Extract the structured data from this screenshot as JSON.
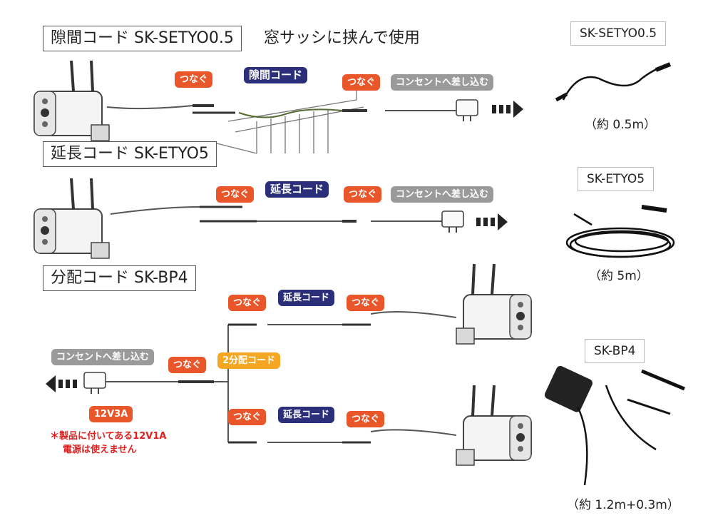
{
  "sections": {
    "gap": {
      "title": "隙間コード SK-SETYO0.5",
      "subtitle": "窓サッシに挟んで使用",
      "bubble_connect_1": "つなぐ",
      "bubble_cord": "隙間コード",
      "bubble_connect_2": "つなぐ",
      "bubble_outlet": "コンセントへ差し込む"
    },
    "extension": {
      "title": "延長コード SK-ETYO5",
      "bubble_connect_1": "つなぐ",
      "bubble_cord": "延長コード",
      "bubble_connect_2": "つなぐ",
      "bubble_outlet": "コンセントへ差し込む"
    },
    "splitter": {
      "title": "分配コード SK-BP4",
      "bubble_outlet": "コンセントへ差し込む",
      "bubble_connect_main": "つなぐ",
      "bubble_split": "2分配コード",
      "voltage_badge": "12V3A",
      "note_line1": "＊製品に付いてある12V1A",
      "note_line2": "電源は使えません",
      "upper_connect_1": "つなぐ",
      "upper_cord": "延長コード",
      "upper_connect_2": "つなぐ",
      "lower_connect_1": "つなぐ",
      "lower_cord": "延長コード",
      "lower_connect_2": "つなぐ"
    }
  },
  "products": [
    {
      "label": "SK-SETYO0.5",
      "length": "（約 0.5m）"
    },
    {
      "label": "SK-ETYO5",
      "length": "（約 5m）"
    },
    {
      "label": "SK-BP4",
      "length": "（約 1.2m+0.3m）"
    }
  ],
  "icons": [
    "camera-icon",
    "power-adapter-icon",
    "arrow-icon",
    "cable-icon"
  ],
  "colors": {
    "orange": "#e8562a",
    "navy": "#2b2f7a",
    "gray": "#9a9a9a",
    "yellow": "#f5a623",
    "red": "#e02020"
  }
}
